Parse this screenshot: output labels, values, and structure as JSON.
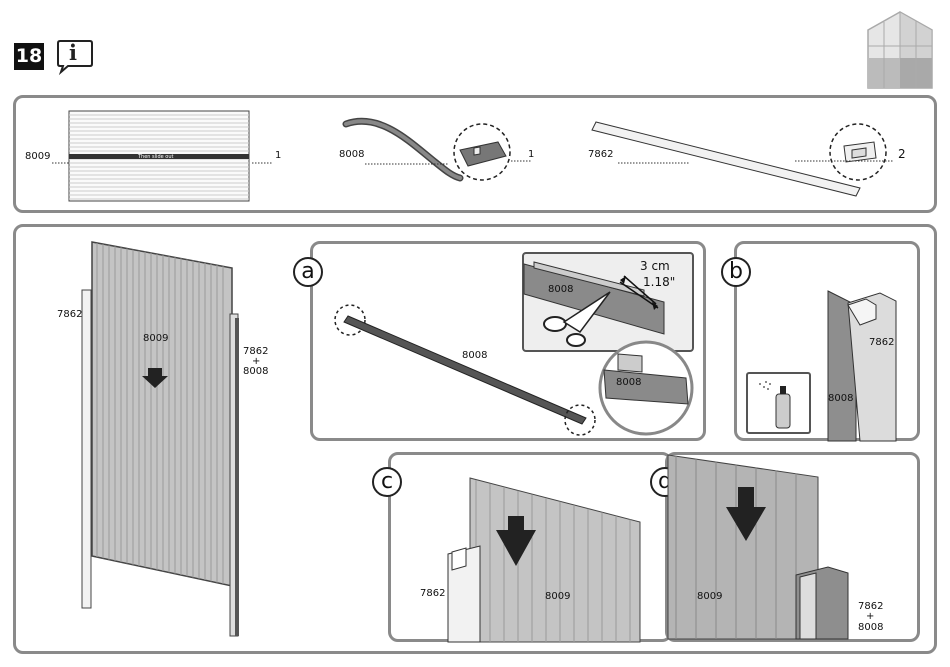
{
  "step": {
    "number": "18",
    "info_glyph": "i"
  },
  "parts": [
    {
      "code": "8009",
      "qty": "1"
    },
    {
      "code": "8008",
      "qty": "1"
    },
    {
      "code": "7862",
      "qty": "2"
    }
  ],
  "panel_text": "Then slide out",
  "main": {
    "left_label": "7862",
    "center_label": "8009",
    "right_label_top": "7862",
    "right_label_plus": "+",
    "right_label_bottom": "8008"
  },
  "sub_a": {
    "letter": "a",
    "rail_label": "8008",
    "zoom_label": "8008",
    "measure_cm": "3 cm",
    "measure_in": "1.18\"",
    "zoom2_label": "8008"
  },
  "sub_b": {
    "letter": "b",
    "label_top": "7862",
    "label_mid": "8008"
  },
  "sub_c": {
    "letter": "c",
    "label_left": "7862",
    "label_panel": "8009"
  },
  "sub_d": {
    "letter": "d",
    "label_panel": "8009",
    "label_right_top": "7862",
    "label_right_plus": "+",
    "label_right_bottom": "8008"
  }
}
